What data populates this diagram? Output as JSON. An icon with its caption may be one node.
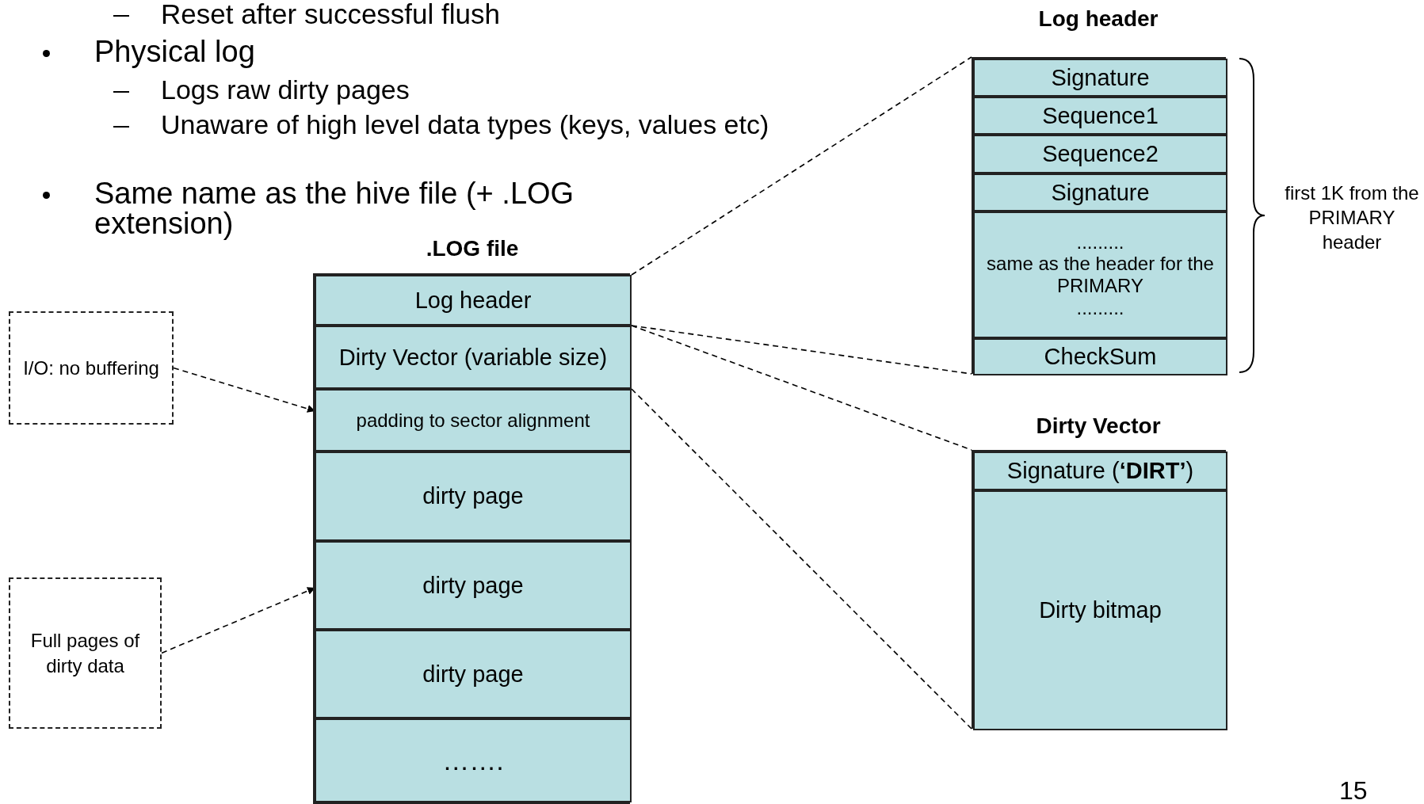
{
  "diagram": {
    "nodes": [
      {
        "text": [
          ".LOG file"
        ]
      },
      {
        "text": [
          "Log header"
        ],
        "in": 0
      },
      {
        "text": [
          "Dirty Vector (variable size)"
        ],
        "in": 0
      },
      {
        "text": [
          "padding to sector alignment"
        ],
        "in": 0
      },
      {
        "text": [
          "dirty page"
        ],
        "in": 0
      },
      {
        "text": [
          "dirty page"
        ],
        "in": 0
      },
      {
        "text": [
          "dirty page"
        ],
        "in": 0
      },
      {
        "text": [
          "……."
        ],
        "in": 0
      },
      {
        "text": [
          "Log header"
        ]
      },
      {
        "text": [
          "Signature"
        ],
        "in": 8
      },
      {
        "text": [
          "Sequence1"
        ],
        "in": 8
      },
      {
        "text": [
          "Sequence2"
        ],
        "in": 8
      },
      {
        "text": [
          "Signature"
        ],
        "in": 8
      },
      {
        "text": [
          ".........",
          "same as the header for the PRIMARY",
          "........."
        ],
        "in": 8
      },
      {
        "text": [
          "CheckSum"
        ],
        "in": 8
      },
      {
        "text": [
          "Dirty Vector"
        ]
      },
      {
        "text": [
          "Signature (**‘DIRT’**)"
        ],
        "in": 15
      },
      {
        "text": [
          "Dirty bitmap"
        ],
        "in": 15
      },
      {
        "text": [
          "I/O: no buffering"
        ]
      },
      {
        "text": [
          "Full pages of dirty data"
        ]
      }
    ],
    "edges": [
      {
        "from": 1,
        "to": 8,
        "arrow": "none",
        "style": "dashed"
      },
      {
        "from": 1,
        "to": 8,
        "arrow": "none",
        "style": "dashed"
      },
      {
        "from": 2,
        "to": 15,
        "arrow": "none",
        "style": "dashed"
      },
      {
        "from": 2,
        "to": 15,
        "arrow": "none",
        "style": "dashed"
      },
      {
        "from": 18,
        "to": 3,
        "arrow": "to",
        "style": "dashed"
      },
      {
        "from": 19,
        "to": 5,
        "arrow": "to",
        "style": "dashed"
      }
    ],
    "labels": [
      "Reset after successful flush",
      "Physical log",
      "Logs raw dirty pages",
      "Unaware of high level data types (keys, values etc)",
      "Same name as the hive file (+ .LOG extension)",
      "first 1K from the PRIMARY header",
      "15"
    ]
  }
}
